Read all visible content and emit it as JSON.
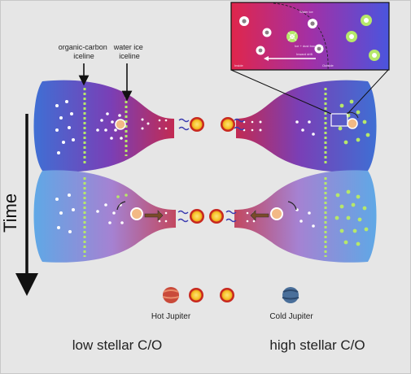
{
  "labels": {
    "organic_carbon_iceline": [
      "organic-carbon",
      "iceline"
    ],
    "water_ice_iceline": [
      "water ice",
      "iceline"
    ],
    "time": "Time",
    "hot_jupiter": "Hot Jupiter",
    "cold_jupiter": "Cold Jupiter",
    "low_stellar_co": "low stellar C/O",
    "high_stellar_co": "high stellar C/O"
  },
  "inset_text": {
    "water_iceline": "Water ice",
    "ice_line_boundary": "Ice + dust boundary",
    "inward_drift": "Inward drift",
    "inside": "Inside",
    "outside": "Outside"
  },
  "colors": {
    "background": "#e6e6e6",
    "disk_outer_top": "#3f6fd4",
    "disk_inner_top": "#c22a52",
    "disk_outer_bottom": "#5fa8e6",
    "disk_inner_bottom": "#c24860",
    "pebble_green": "#b6e86a",
    "dust_white": "#ffffff",
    "planet_core": "#f2b985",
    "star_yellow": "#f9d43a",
    "star_red": "#c8281f",
    "hot_jupiter": "#c94a3a",
    "cold_jupiter": "#4a6f9a",
    "squiggle": "#3a3ab0",
    "arrow_brown": "#7a4a28"
  }
}
